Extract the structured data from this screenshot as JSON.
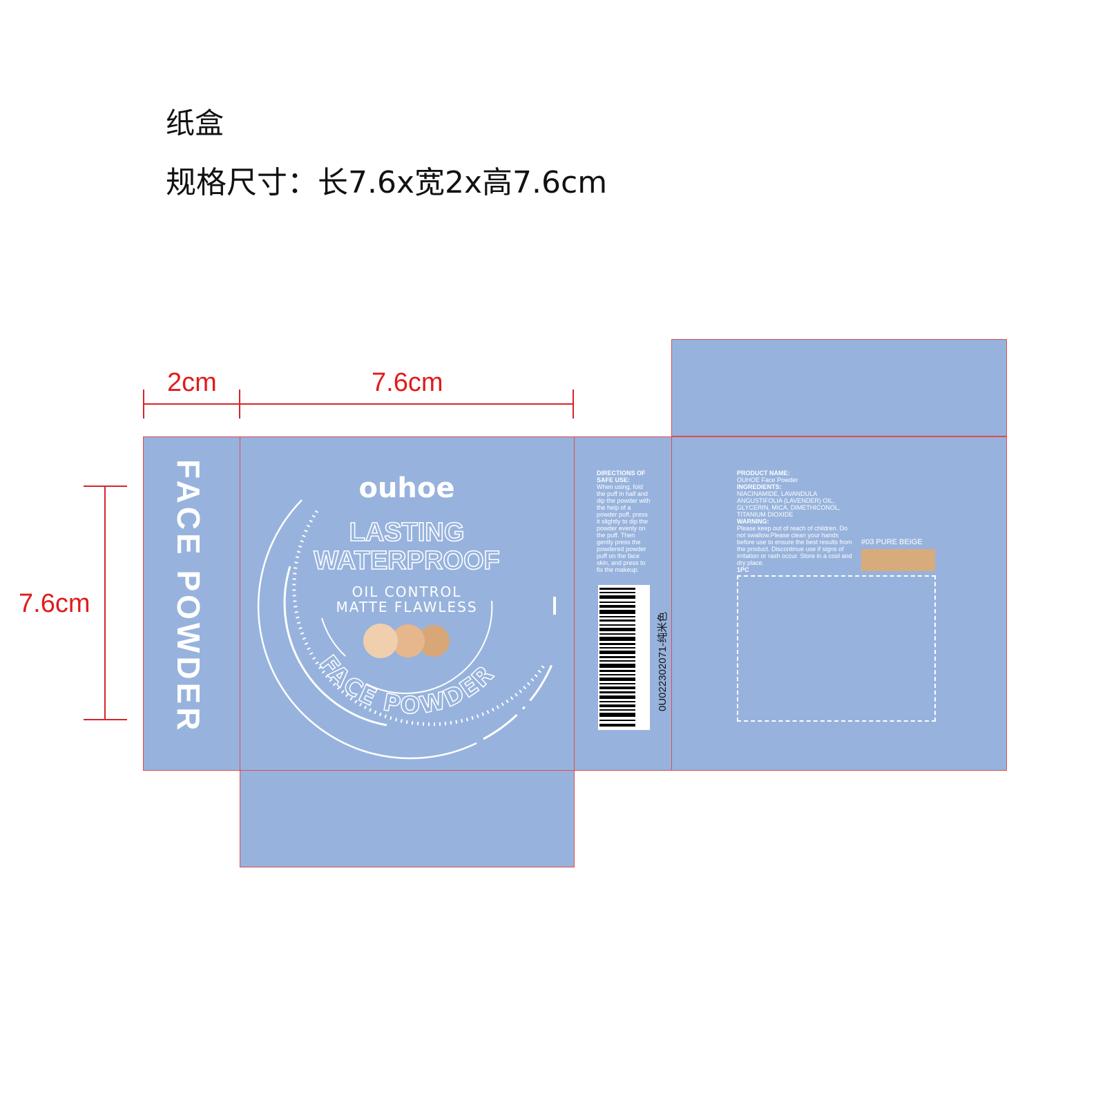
{
  "header": {
    "title": "纸盒",
    "spec": "规格尺寸：长7.6x宽2x高7.6cm"
  },
  "dimensions": {
    "width_side": "2cm",
    "width_front": "7.6cm",
    "height": "7.6cm"
  },
  "colors": {
    "panel": "#97b3dd",
    "cut_line": "#e04a4a",
    "dimension": "#d8222a",
    "shade": "#d8ab7d"
  },
  "front": {
    "brand": "ouhoe",
    "line1": "LASTING",
    "line2": "WATERPROOF",
    "line3": "OIL CONTROL",
    "line4": "MATTE FLAWLESS",
    "curved": "FACE POWDER",
    "swatches": [
      "#f0cfae",
      "#e6b78c",
      "#d8a778"
    ]
  },
  "side_left": {
    "text": "FACE POWDER"
  },
  "side_right": {
    "directions_title": "DIRECTIONS OF SAFE USE:",
    "directions": "When using, fold the puff in half and dip the powder with the help of a powder puff, press it slightly to dip the powder evenly on the puff. Then gently press the powdered powder puff on the face skin, and press to fix the makeup.",
    "barcode_text": "0U022302071-纯米色"
  },
  "back": {
    "product_name_label": "PRODUCT NAME:",
    "product_name": "OUHOE Face Powder",
    "ingredients_label": "INGREDIENTS:",
    "ingredients": "NIACINAMIDE, LAVANDULA ANGUSTIFOLIA (LAVENDER) OIL, GLYCERIN, MICA, DIMETHICONOL, TITANIUM DIOXIDE",
    "warning_label": "WARNING:",
    "warning": "Please keep out of reach of children. Do not swallow.Please clean your hands before use to ensure the best results from the product. Discontinue use if signs of irritation or rash occur. Store in a cool and dry place.",
    "quantity": "1PC",
    "shade": "#03 PURE BEIGE"
  }
}
